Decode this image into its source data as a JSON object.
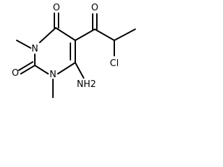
{
  "molecule": {
    "atom_labels": {
      "o_top_ring": "O",
      "o_ketone": "O",
      "n3": "N",
      "n1": "N",
      "o_bottom_ring": "O",
      "cl": "Cl",
      "nh2": "NH2"
    },
    "colors": {
      "bond": "#000000",
      "text": "#000000",
      "background": "#ffffff"
    }
  }
}
